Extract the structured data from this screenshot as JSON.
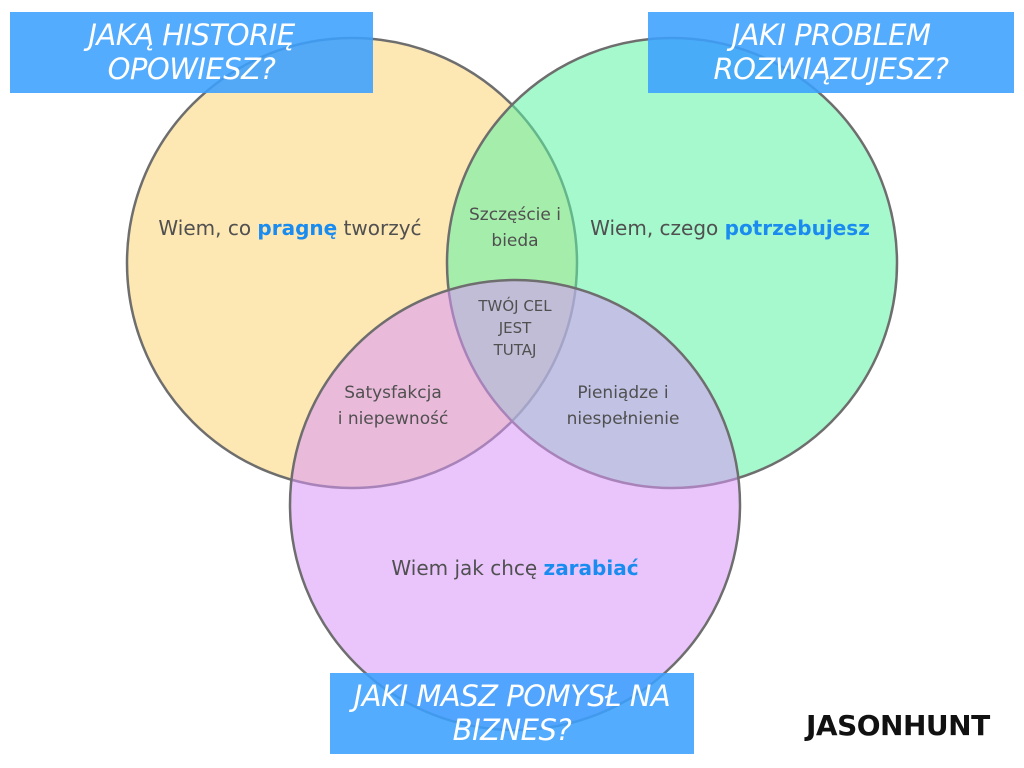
{
  "colors": {
    "circle_top_left": "#fbd374",
    "circle_top_right": "#5cf2a4",
    "circle_bottom": "#d995f9",
    "accent": "#1a8cf0",
    "banner": "#3ca0ff"
  },
  "banners": {
    "top_left": {
      "line1": "JAKĄ HISTORIĘ",
      "line2": "OPOWIESZ?"
    },
    "top_right": {
      "line1": "JAKI PROBLEM",
      "line2": "ROZWIĄZUJESZ?"
    },
    "bottom": {
      "line1": "JAKI MASZ POMYSŁ NA",
      "line2": "BIZNES?"
    }
  },
  "circles": {
    "top_left": {
      "prefix": "Wiem, co ",
      "highlight": "pragnę",
      "suffix": " tworzyć"
    },
    "top_right": {
      "prefix": "Wiem, czego ",
      "highlight": "potrzebujesz",
      "suffix": ""
    },
    "bottom": {
      "prefix": "Wiem jak chcę ",
      "highlight": "zarabiać",
      "suffix": ""
    }
  },
  "intersections": {
    "top": {
      "line1": "Szczęście i",
      "line2": "bieda"
    },
    "left": {
      "line1": "Satysfakcja",
      "line2": "i niepewność"
    },
    "right": {
      "line1": "Pieniądze i",
      "line2": "niespełnienie"
    },
    "center": {
      "line1": "TWÓJ CEL",
      "line2": "JEST",
      "line3": "TUTAJ"
    }
  },
  "logo": {
    "part1": "JASON",
    "part2": "HUNT"
  }
}
